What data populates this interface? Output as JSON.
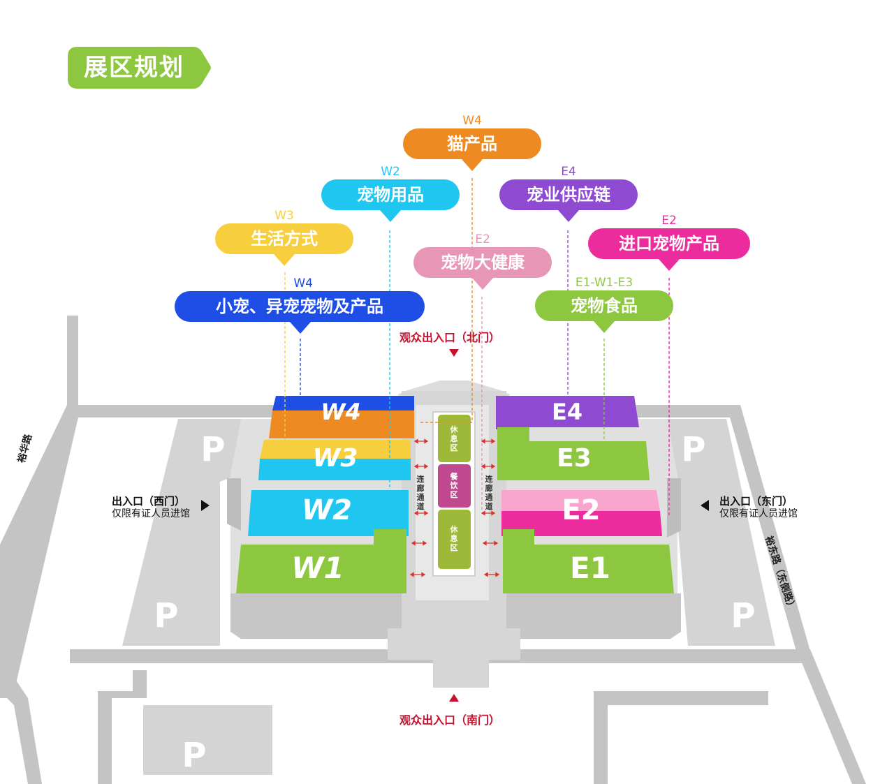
{
  "title": "展区规划",
  "callouts": {
    "w4_cat": {
      "tag": "W4",
      "label": "猫产品",
      "color": "#ee8a22"
    },
    "w2_supplies": {
      "tag": "W2",
      "label": "宠物用品",
      "color": "#1ec6f0"
    },
    "e4_supply": {
      "tag": "E4",
      "label": "宠业供应链",
      "color": "#8e4ad0"
    },
    "w3_life": {
      "tag": "W3",
      "label": "生活方式",
      "color": "#f7cf3e"
    },
    "e2_health": {
      "tag": "E2",
      "label": "宠物大健康",
      "color": "#e896b6"
    },
    "e2_import": {
      "tag": "E2",
      "label": "进口宠物产品",
      "color": "#ec2c9c"
    },
    "w4_small": {
      "tag": "W4",
      "label": "小宠、异宠宠物及产品",
      "color": "#1f4ee6"
    },
    "food": {
      "tag": "E1-W1-E3",
      "label": "宠物食品",
      "color": "#8dc63f"
    }
  },
  "halls": {
    "w4": "W4",
    "w3": "W3",
    "w2": "W2",
    "w1": "W1",
    "e4": "E4",
    "e3": "E3",
    "e2": "E2",
    "e1": "E1"
  },
  "center": {
    "rest_north": "休息区",
    "dining": "餐饮区",
    "rest_south": "休息区",
    "corridor_left": "连廊通道",
    "corridor_right": "连廊通道"
  },
  "gates": {
    "north": "观众出入口（北门）",
    "south": "观众出入口（南门）",
    "west_title": "出入口（西门）",
    "west_note": "仅限有证人员进馆",
    "east_title": "出入口（东门）",
    "east_note": "仅限有证人员进馆"
  },
  "roads": {
    "west": "裕华路",
    "east": "裕东路（东侧路）"
  },
  "parking": "P"
}
